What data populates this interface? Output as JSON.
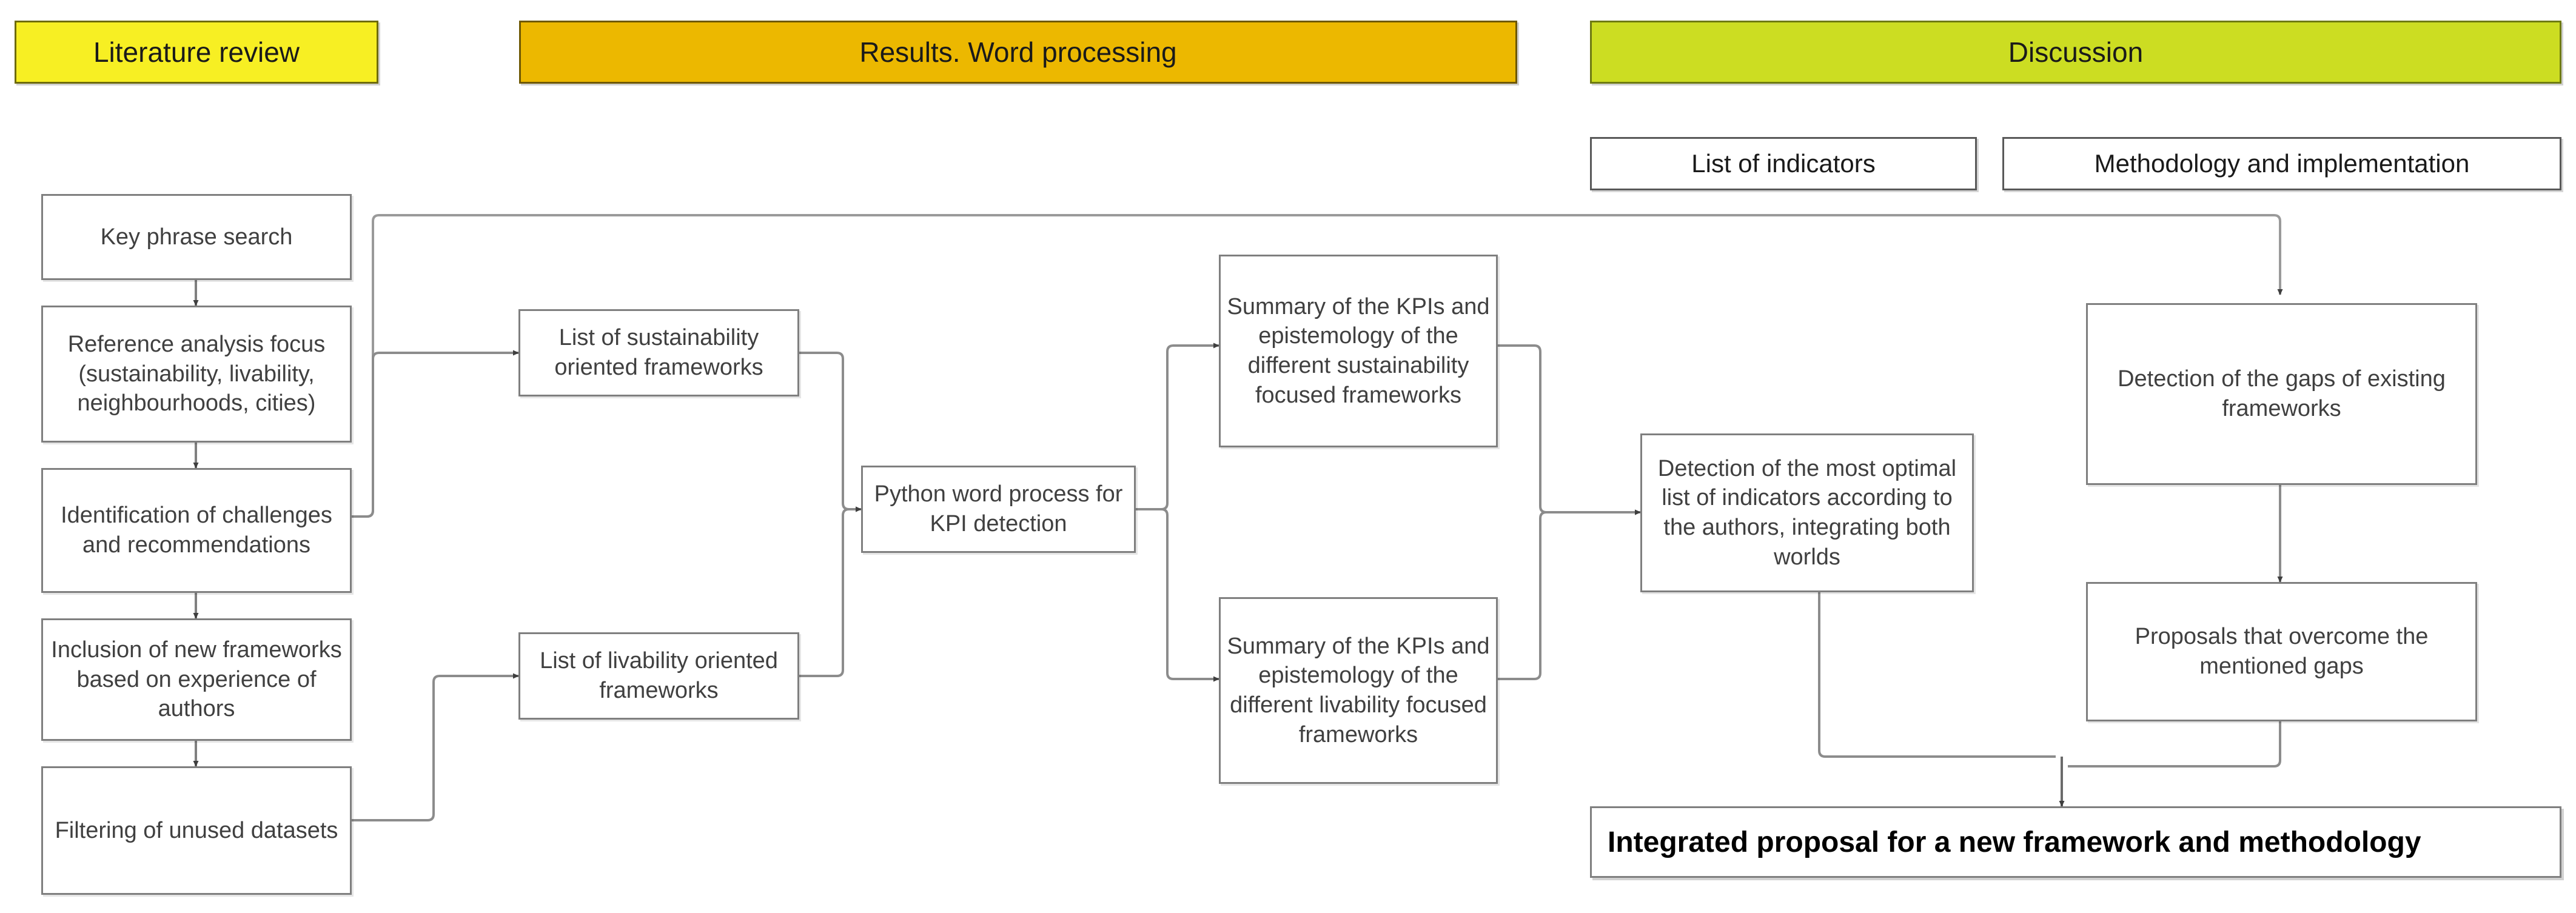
{
  "diagram": {
    "title": "Research methodology flowchart",
    "colors": {
      "literature_banner": "#f7ef23",
      "results_banner": "#ecb800",
      "discussion_banner": "#ccdd22",
      "node_border": "#7f7f7f",
      "node_text": "#404040",
      "connector": "#808080"
    }
  },
  "banners": {
    "literature": "Literature review",
    "results": "Results. Word processing",
    "discussion": "Discussion"
  },
  "discussion_subsections": {
    "indicators": "List of indicators",
    "methodology": "Methodology and implementation"
  },
  "literature_column": [
    {
      "id": "key-phrase-search",
      "label": "Key phrase search"
    },
    {
      "id": "reference-analysis-focus",
      "label": "Reference analysis focus (sustainability, livability, neighbourhoods, cities)"
    },
    {
      "id": "identification-of-challenges",
      "label": "Identification of challenges and recommendations"
    },
    {
      "id": "inclusion-of-new-frameworks",
      "label": "Inclusion of new frameworks based on experience of authors"
    },
    {
      "id": "filtering-of-unused-datasets",
      "label": "Filtering of unused datasets"
    }
  ],
  "results_column": {
    "sustainability_list": "List of sustainability oriented frameworks",
    "livability_list": "List of livability oriented frameworks",
    "python_process": "Python word process for KPI detection",
    "summary_sustainability": "Summary of the KPIs and epistemology of the different sustainability focused frameworks",
    "summary_livability": "Summary of the KPIs and epistemology of the different livability focused frameworks",
    "optimal_indicators": "Detection of the most optimal list of indicators according to the authors, integrating both worlds"
  },
  "discussion_column": {
    "detection_gaps": "Detection of the gaps of existing frameworks",
    "proposals": "Proposals that overcome the mentioned gaps"
  },
  "final_output": {
    "label": "Integrated proposal for a new framework and methodology"
  }
}
